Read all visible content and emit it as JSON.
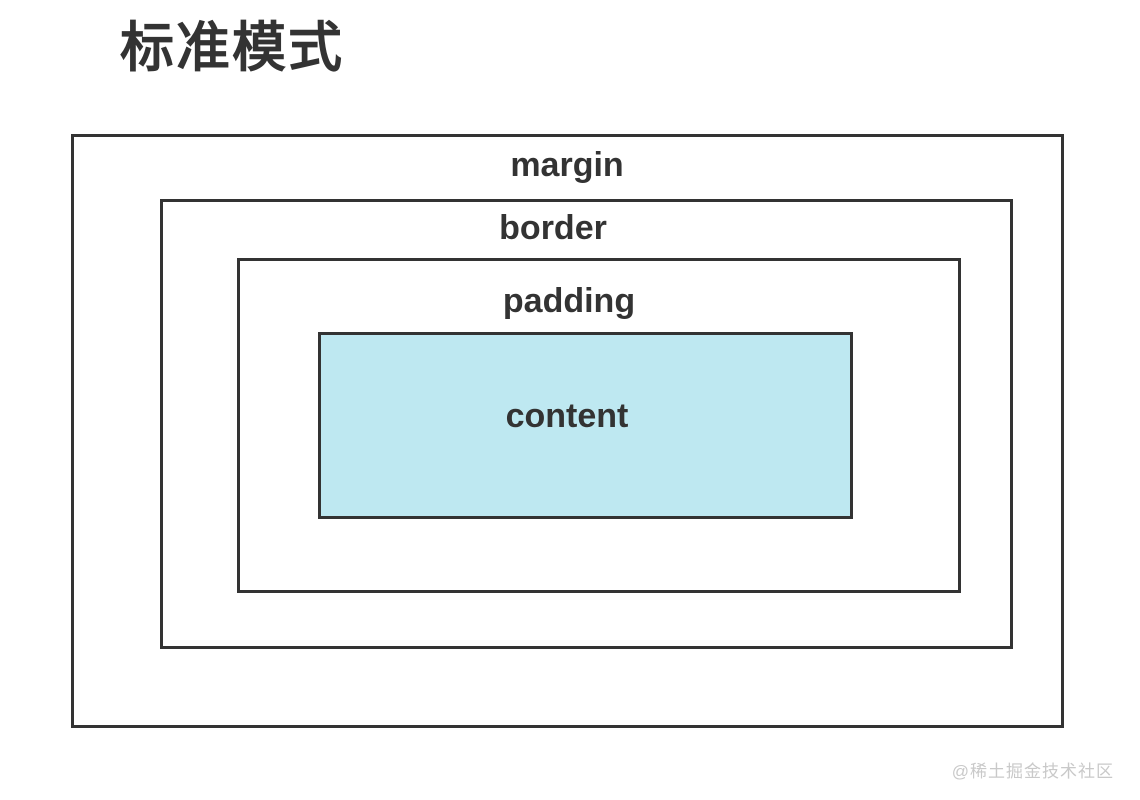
{
  "title": "标准模式",
  "diagram": {
    "type": "css-box-model",
    "boxes": {
      "margin": {
        "label": "margin"
      },
      "border": {
        "label": "border"
      },
      "padding": {
        "label": "padding"
      },
      "content": {
        "label": "content"
      }
    }
  },
  "watermark": "@稀土掘金技术社区",
  "colors": {
    "line": "#333333",
    "ink": "#333333",
    "content_fill": "#bee8f1",
    "watermark": "#c9c9c9"
  }
}
